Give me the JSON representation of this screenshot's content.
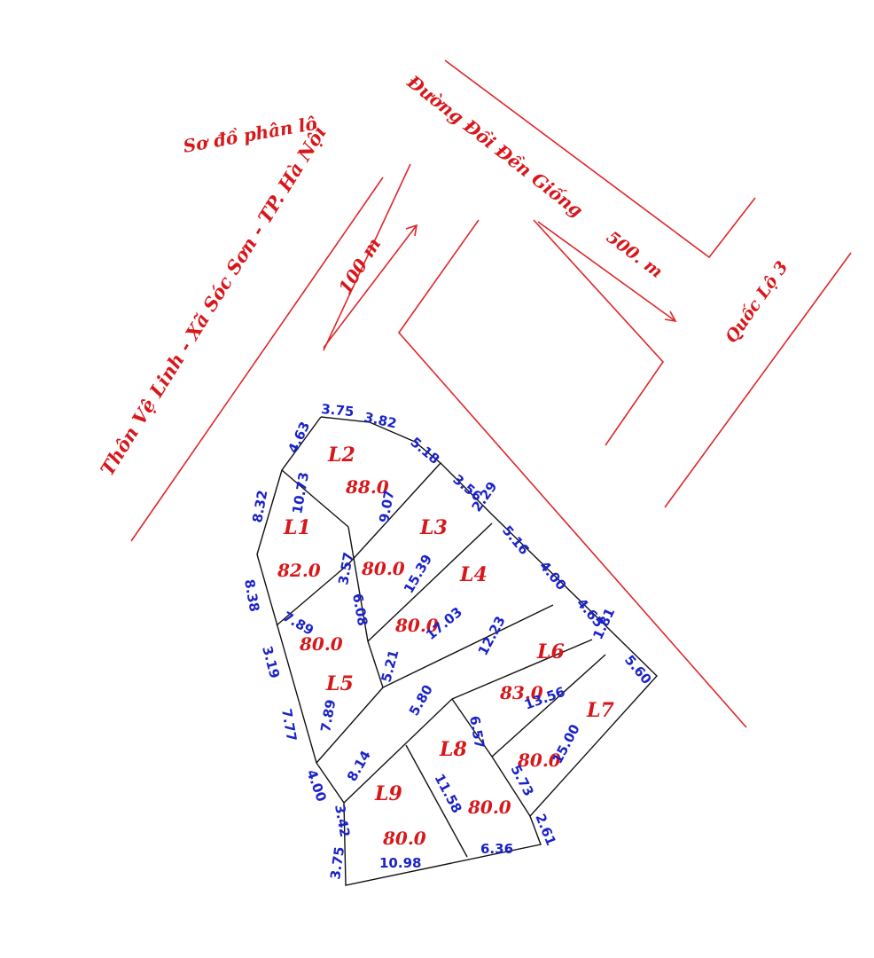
{
  "title": "Sơ đồ phân lô",
  "village_road_label": "Thôn Vệ Linh - Xã Sóc Sơn - TP. Hà Nội",
  "distance_100": "100 m",
  "road_name": "Đường Đồi Đền Giống",
  "distance_500": "500. m",
  "highway": "Quốc Lộ 3",
  "lots": [
    {
      "name": "L1",
      "area": "82.0"
    },
    {
      "name": "L2",
      "area": "88.0"
    },
    {
      "name": "L3",
      "area": "80.0"
    },
    {
      "name": "L4",
      "area": "80.0"
    },
    {
      "name": "L5",
      "area": "80.0"
    },
    {
      "name": "L6",
      "area": "83.0"
    },
    {
      "name": "L7",
      "area": "80.0"
    },
    {
      "name": "L8",
      "area": "80.0"
    },
    {
      "name": "L9",
      "area": "80.0"
    }
  ],
  "dimensions": [
    "3.75",
    "3.82",
    "4.63",
    "5.18",
    "3.56",
    "2.29",
    "8.32",
    "10.73",
    "9.07",
    "3.57",
    "5.16",
    "8.38",
    "7.89",
    "15.39",
    "6.08",
    "4.00",
    "4.65",
    "1.81",
    "17.03",
    "3.19",
    "5.21",
    "12.23",
    "5.60",
    "13.56",
    "7.77",
    "7.89",
    "5.80",
    "6.57",
    "15.00",
    "4.00",
    "8.14",
    "11.58",
    "5.73",
    "3.42",
    "2.61",
    "3.75",
    "10.98",
    "6.36"
  ],
  "colors": {
    "road": "#e0262a",
    "label_red": "#d8171b",
    "dimension_blue": "#1a23c8",
    "lot_border": "#111111"
  }
}
